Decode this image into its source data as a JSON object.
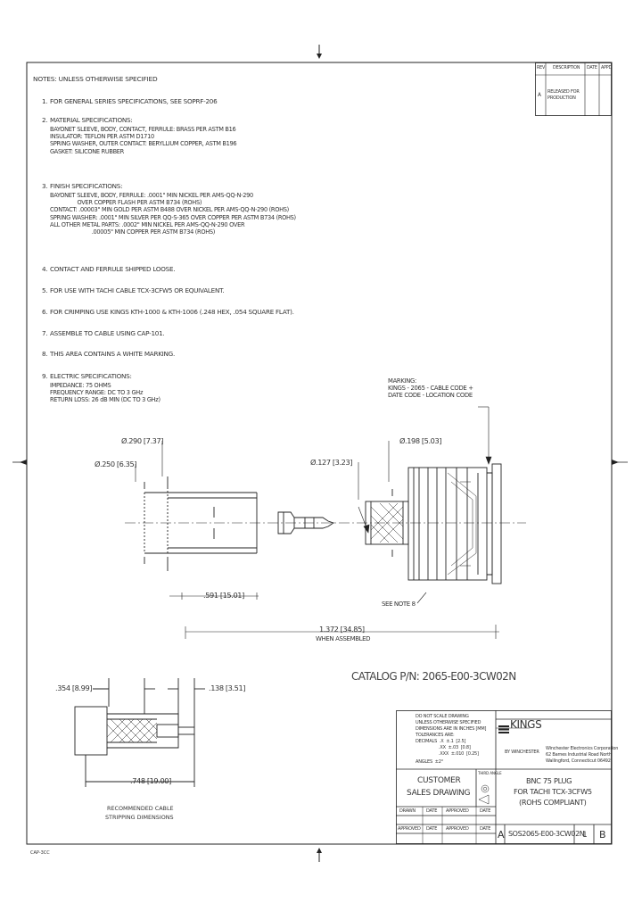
{
  "notes_title": "NOTES: UNLESS OTHERWISE SPECIFIED",
  "notes": [
    {
      "num": "1.",
      "text": "FOR GENERAL SERIES SPECIFICATIONS, SEE SOPRF-206",
      "sub": []
    },
    {
      "num": "2.",
      "text": "MATERIAL SPECIFICATIONS:",
      "sub": [
        "BAYONET SLEEVE, BODY, CONTACT, FERRULE: BRASS PER ASTM B16",
        "INSULATOR: TEFLON PER ASTM D1710",
        "SPRING WASHER, OUTER CONTACT: BERYLLIUM COPPER, ASTM B196",
        "GASKET: SILICONE RUBBER"
      ]
    },
    {
      "num": "3.",
      "text": "FINISH SPECIFICATIONS:",
      "sub": [
        "BAYONET SLEEVE, BODY, FERRULE: .0001\" MIN NICKEL PER AMS-QQ-N-290",
        "                 OVER COPPER FLASH PER ASTM B734 (ROHS)",
        "CONTACT: .00003\" MIN GOLD PER ASTM B488 OVER NICKEL PER AMS-QQ-N-290 (ROHS)",
        "SPRING WASHER: .0001\" MIN SILVER PER QQ-S-365 OVER COPPER PER ASTM B734 (ROHS)",
        "ALL OTHER METAL PARTS: .0002\" MIN NICKEL PER AMS-QQ-N-290 OVER",
        "                          .00005\" MIN COPPER PER ASTM B734 (ROHS)"
      ]
    },
    {
      "num": "4.",
      "text": "CONTACT AND FERRULE SHIPPED LOOSE.",
      "sub": []
    },
    {
      "num": "5.",
      "text": "FOR USE WITH TACHI CABLE TCX-3CFW5 OR EQUIVALENT.",
      "sub": []
    },
    {
      "num": "6.",
      "text": "FOR CRIMPING USE KINGS KTH-1000 & KTH-1006 (.248 HEX, .054 SQUARE FLAT).",
      "sub": []
    },
    {
      "num": "7.",
      "text": "ASSEMBLE TO CABLE USING CAP-101.",
      "sub": []
    },
    {
      "num": "8.",
      "text": "THIS AREA CONTAINS A WHITE MARKING.",
      "sub": []
    },
    {
      "num": "9.",
      "text": "ELECTRIC SPECIFICATIONS:",
      "sub": [
        "IMPEDANCE: 75 OHMS",
        "FREQUENCY RANGE: DC TO 3 GHz",
        "RETURN LOSS: 26 dB MIN (DC TO 3 GHz)"
      ]
    }
  ],
  "revision_block": {
    "headers": [
      "REV",
      "DESCRIPTION",
      "DATE",
      "APPD"
    ],
    "row": {
      "rev": "A",
      "description": "RELEASED FOR PRODUCTION",
      "date": "",
      "appd": ""
    }
  },
  "marking": [
    "MARKING:",
    "KINGS - 2065 - CABLE CODE +",
    "DATE CODE - LOCATION CODE"
  ],
  "dims": {
    "d290": "Ø.290 [7.37]",
    "d250": "Ø.250 [6.35]",
    "d127": "Ø.127 [3.23]",
    "d198": "Ø.198 [5.03]",
    "l591": ".591 [15.01]",
    "l1372": "1.372 [34.85]",
    "when_assembled": "WHEN ASSEMBLED",
    "see_note": "SEE NOTE 8",
    "c354": ".354 [8.99]",
    "c138": ".138 [3.51]",
    "c748": ".748 [19.00]"
  },
  "catalog_number": "CATALOG P/N: 2065-E00-3CW02N",
  "cable_caption": [
    "RECOMMENDED CABLE",
    "STRIPPING DIMENSIONS"
  ],
  "title_block": {
    "tolerance_lines": [
      "DO NOT SCALE DRAWING",
      "UNLESS OTHERWISE SPECIFIED",
      "DIMENSIONS ARE IN INCHES [MM]",
      "TOLERANCES ARE:",
      "DECIMALS  .X  ±.1  [2.5]",
      ".XX  ±.03  [0.8]",
      ".XXX  ±.010  [0.25]",
      "ANGLES  ±2°"
    ],
    "third_angle": "THIRD ANGLE",
    "brand": "KINGS",
    "brand_sub": "BY WINCHESTER",
    "company": [
      "Winchester Electronics Corporation",
      "62 Barnes Industrial Road North",
      "Wallingford, Connecticut 06492"
    ],
    "customer_drawing": [
      "CUSTOMER",
      "SALES DRAWING"
    ],
    "title": [
      "BNC 75 PLUG",
      "FOR TACHI TCX-3CFW5",
      "(ROHS COMPLIANT)"
    ],
    "row1_labels": [
      "DRAWN",
      "DATE",
      "APPROVED",
      "DATE"
    ],
    "row2_labels": [
      "APPROVED",
      "DATE",
      "APPROVED",
      "DATE"
    ],
    "size": "A",
    "dwg_no": "SOS2065-E00-3CW02N",
    "sheet": "1",
    "rev": "B"
  },
  "footer_left": "CAP-3CC"
}
